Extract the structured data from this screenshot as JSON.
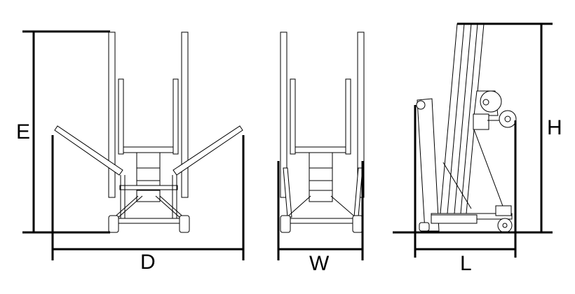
{
  "figure": {
    "views": [
      {
        "name": "front-view-with-outriggers",
        "labels": {
          "height": "E",
          "width": "D"
        }
      },
      {
        "name": "front-view-compact",
        "labels": {
          "width": "W"
        }
      },
      {
        "name": "side-view",
        "labels": {
          "height": "H",
          "length": "L"
        }
      }
    ],
    "colors": {
      "line": "#000000",
      "background": "#ffffff"
    }
  }
}
